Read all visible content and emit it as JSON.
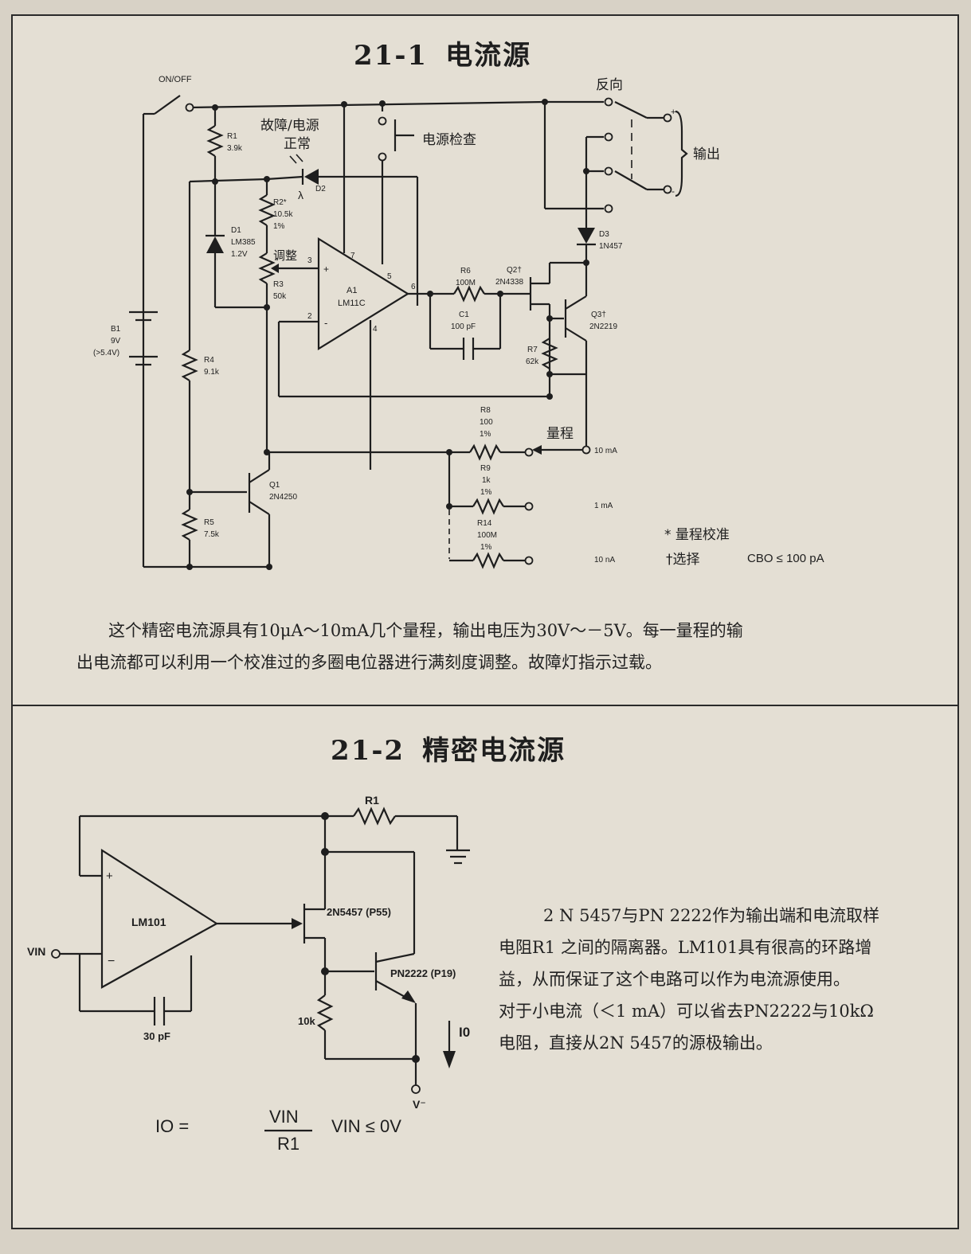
{
  "section1": {
    "number": "21-1",
    "title": "电流源",
    "labels": {
      "onoff": "ON/OFF",
      "fault1": "故障/电源",
      "fault2": "正常",
      "power_check": "电源检查",
      "reverse": "反向",
      "output": "输出",
      "plus": "+",
      "minus": "-",
      "r1": "R1",
      "r1v": "3.9k",
      "d1": "D1",
      "d1v": "LM385",
      "d1v2": "1.2V",
      "d2": "D2",
      "lambda": "λ",
      "r2": "R2*",
      "r2v": "10.5k",
      "r2t": "1%",
      "adjust": "调整",
      "r3": "R3",
      "r3v": "50k",
      "a1": "A1",
      "a1v": "LM11C",
      "pin3": "3",
      "pin7": "7",
      "pin5": "5",
      "pin6": "6",
      "pin2": "2",
      "pin4": "4",
      "op_plus": "+",
      "op_minus": "-",
      "r6": "R6",
      "r6v": "100M",
      "c1": "C1",
      "c1v": "100 pF",
      "q2": "Q2†",
      "q2v": "2N4338",
      "q3": "Q3†",
      "q3v": "2N2219",
      "d3": "D3",
      "d3v": "1N457",
      "r7": "R7",
      "r7v": "62k",
      "b1": "B1",
      "b1v": "9V",
      "b1v2": "(>5.4V)",
      "r4": "R4",
      "r4v": "9.1k",
      "q1": "Q1",
      "q1v": "2N4250",
      "r5": "R5",
      "r5v": "7.5k",
      "range": "量程",
      "r8": "R8",
      "r8v": "100",
      "r8t": "1%",
      "r9": "R9",
      "r9v": "1k",
      "r9t": "1%",
      "r14": "R14",
      "r14v": "100M",
      "r14t": "1%",
      "i10ma": "10 mA",
      "i1ma": "1 mA",
      "i10na": "10 nA",
      "note1": "* 量程校准",
      "note2": "†选择",
      "note3": "CBO ≤ 100 pA"
    },
    "caption_line1": "这个精密电流源具有10μA～10mA几个量程，输出电压为30V～－5V。每一量程的输",
    "caption_line2": "出电流都可以利用一个校准过的多圈电位器进行满刻度调整。故障灯指示过载。"
  },
  "section2": {
    "number": "21-2",
    "title": "精密电流源",
    "labels": {
      "r1": "R1",
      "lm101": "LM101",
      "op_plus": "+",
      "op_minus": "−",
      "vin": "VIN",
      "c": "30 pF",
      "jfet": "2N5457 (P55)",
      "bjt": "PN2222 (P19)",
      "r10k": "10k",
      "io": "I0",
      "vminus": "V⁻",
      "formula_lhs": "IO =",
      "formula_num": "VIN",
      "formula_den": "R1",
      "formula_cond": "VIN ≤ 0V"
    },
    "caption": [
      "2 N 5457与PN 2222作为输出端和电流取样",
      "电阻R1 之间的隔离器。LM101具有很高的环路增",
      "益，从而保证了这个电路可以作为电流源使用。",
      "对于小电流（＜1 mA）可以省去PN2222与10kΩ",
      "电阻，直接从2N 5457的源极输出。"
    ]
  }
}
